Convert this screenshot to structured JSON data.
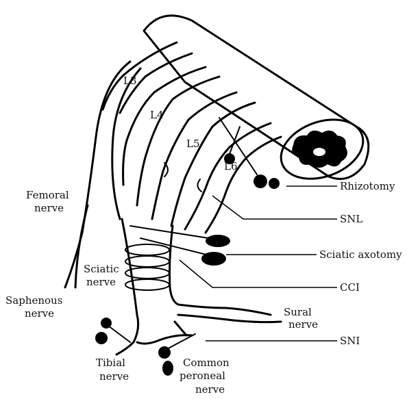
{
  "labels": {
    "l3": "L3",
    "l4": "L4",
    "l5": "L5",
    "l6": "L6",
    "femoral_1": "Femoral",
    "femoral_2": "nerve",
    "sciatic_1": "Sciatic",
    "sciatic_2": "nerve",
    "saphenous_1": "Saphenous",
    "saphenous_2": "nerve",
    "tibial_1": "Tibial",
    "tibial_2": "nerve",
    "peroneal_1": "Common",
    "peroneal_2": "peroneal",
    "peroneal_3": "nerve",
    "sural_1": "Sural",
    "sural_2": "nerve"
  },
  "procedures": {
    "rhizotomy": "Rhizotomy",
    "snl": "SNL",
    "sciatic_axotomy": "Sciatic axotomy",
    "cci": "CCI",
    "sni": "SNI"
  },
  "icons": [
    "scissors-icon",
    "ligature-loop-icon",
    "spinal-cord-cross-section-icon"
  ]
}
